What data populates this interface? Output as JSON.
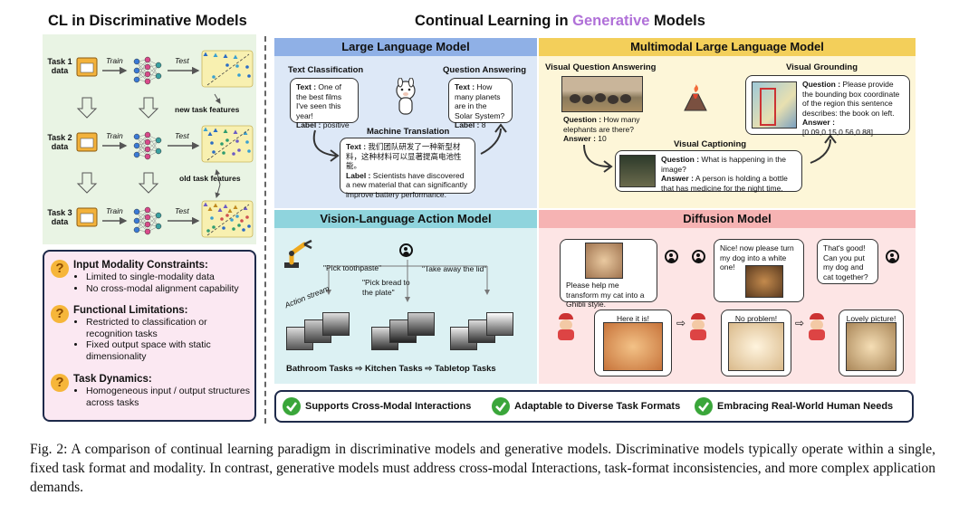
{
  "left": {
    "title": "CL in Discriminative Models",
    "tasks": [
      "Task 1\ndata",
      "Task 2\ndata",
      "Task 3\ndata"
    ],
    "train": "Train",
    "test": "Test",
    "new_features": "new task features",
    "old_features": "old task features",
    "limits": [
      {
        "title": "Input Modality Constraints:",
        "items": [
          "Limited to single-modality data",
          "No cross-modal alignment capability"
        ]
      },
      {
        "title": "Functional Limitations:",
        "items": [
          "Restricted to classification or recognition tasks",
          "Fixed output space with static dimensionality"
        ]
      },
      {
        "title": "Task Dynamics:",
        "items": [
          "Homogeneous input / output structures across tasks"
        ]
      }
    ]
  },
  "right": {
    "title_pre": "Continual Learning in ",
    "title_hl": "Generative",
    "title_post": " Models",
    "hl_color": "#b070d8",
    "llm": {
      "header": "Large Language Model",
      "tc_title": "Text Classification",
      "tc_text": "One of the best films I've seen this year!",
      "tc_label": "positive",
      "qa_title": "Question Answering",
      "qa_text": "How many planets are in the Solar System?",
      "qa_label": "8",
      "mt_title": "Machine Translation",
      "mt_text": "我们团队研发了一种新型材料，这种材料可以显著提高电池性能。",
      "mt_label": "Scientists have discovered a new material that can significantly improve battery performance."
    },
    "mllm": {
      "header": "Multimodal Large Language Model",
      "vqa_title": "Visual Question Answering",
      "vqa_q": "How many elephants are there?",
      "vqa_a": "10",
      "vg_title": "Visual Grounding",
      "vg_q": "Please provide the bounding box coordinate of the region this sentence describes: the book on left.",
      "vg_a": "[0.09,0.15,0.56,0.88]",
      "vc_title": "Visual Captioning",
      "vc_q": "What is happening in the image?",
      "vc_a": "A person is holding a bottle that has medicine for the night time."
    },
    "vla": {
      "header": "Vision-Language Action Model",
      "cmd1": "\"Pick toothpaste\"",
      "cmd2": "\"Pick bread to the plate\"",
      "cmd3": "\"Take away the lid\"",
      "stream": "Action stream",
      "tasks": [
        "Bathroom Tasks",
        "Kitchen Tasks",
        "Tabletop Tasks"
      ]
    },
    "diff": {
      "header": "Diffusion Model",
      "b1": "Please help me transform my cat into a Ghibli style.",
      "b2": "Nice! now please turn my dog into a white one!",
      "b3": "That's good! Can you put my dog and cat together?",
      "r1": "Here it is!",
      "r2": "No problem!",
      "r3": "Lovely picture!"
    },
    "footer": [
      "Supports Cross-Modal Interactions",
      "Adaptable to Diverse Task Formats",
      "Embracing Real-World Human Needs"
    ]
  },
  "colors": {
    "llm_bg": "#dde8f7",
    "llm_hdr": "#8fb0e6",
    "mllm_bg": "#fdf6d8",
    "mllm_hdr": "#f3cf5a",
    "vla_bg": "#dcf1f3",
    "vla_hdr": "#8fd4dd",
    "diff_bg": "#fde5e5",
    "diff_hdr": "#f6b3b3",
    "left_top_bg": "#e9f4e4",
    "left_bottom_bg": "#fbe8f2"
  },
  "caption": "Fig. 2: A comparison of continual learning paradigm in discriminative models and generative models. Discriminative models typically operate within a single, fixed task format and modality. In contrast, generative models must address cross-modal Interactions, task-format inconsistencies, and more complex application demands."
}
